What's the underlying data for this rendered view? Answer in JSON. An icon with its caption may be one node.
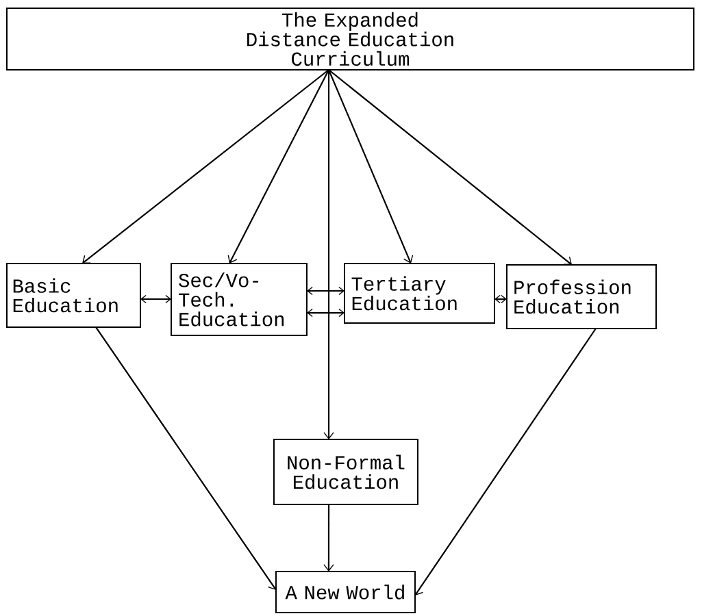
{
  "diagram": {
    "nodes": [
      {
        "text": [
          "The Expanded Distance Education Curriculum"
        ]
      },
      {
        "text": [
          "Basic Education"
        ]
      },
      {
        "text": [
          "Sec/Vo-Tech. Education"
        ]
      },
      {
        "text": [
          "Tertiary Education"
        ]
      },
      {
        "text": [
          "Profession Education"
        ]
      },
      {
        "text": [
          "Non-Formal Education"
        ]
      },
      {
        "text": [
          "A New World"
        ]
      }
    ],
    "edges": [
      {
        "from": 0,
        "to": 1,
        "arrow": "to"
      },
      {
        "from": 0,
        "to": 2,
        "arrow": "to"
      },
      {
        "from": 0,
        "to": 5,
        "arrow": "to"
      },
      {
        "from": 0,
        "to": 3,
        "arrow": "to"
      },
      {
        "from": 0,
        "to": 4,
        "arrow": "to"
      },
      {
        "from": 1,
        "to": 2,
        "arrow": "both"
      },
      {
        "from": 2,
        "to": 3,
        "arrow": "both"
      },
      {
        "from": 2,
        "to": 3,
        "arrow": "both"
      },
      {
        "from": 3,
        "to": 4,
        "arrow": "both"
      },
      {
        "from": 1,
        "to": 6,
        "arrow": "to"
      },
      {
        "from": 5,
        "to": 6,
        "arrow": "to"
      },
      {
        "from": 4,
        "to": 6,
        "arrow": "to"
      }
    ]
  }
}
